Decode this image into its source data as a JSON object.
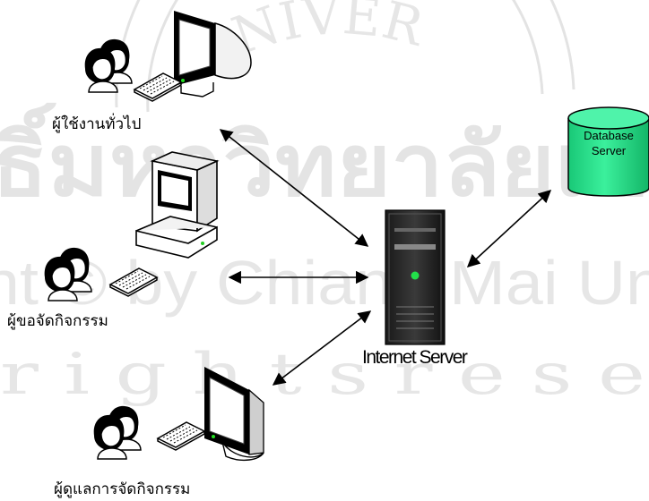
{
  "watermark": {
    "top_arc_text": "UNIVER",
    "thai_text": "ธิ์มหาวิทยาลัยเชี",
    "copyright_text": "ht © by Chiang Mai Un",
    "rights_text": "r i g h t s r e s e"
  },
  "nodes": {
    "general_users": {
      "label": "ผู้ใช้งานทั่วไป",
      "icon": "user-group-with-flat-monitor"
    },
    "activity_requesters": {
      "label": "ผู้ขอจัดกิจกรรม",
      "icon": "user-group-with-desktop-pc"
    },
    "activity_admins": {
      "label": "ผู้ดูแลการจัดกิจกรรม",
      "icon": "user-group-with-crt-monitor"
    },
    "internet_server": {
      "label": "Internet Server",
      "icon": "tower-server"
    },
    "database_server": {
      "label_line1": "Database",
      "label_line2": "Server",
      "icon": "database-cylinder",
      "color": "#22e08a"
    }
  },
  "connections": [
    {
      "from": "general_users",
      "to": "internet_server",
      "type": "bidirectional"
    },
    {
      "from": "activity_requesters",
      "to": "internet_server",
      "type": "bidirectional"
    },
    {
      "from": "activity_admins",
      "to": "internet_server",
      "type": "bidirectional"
    },
    {
      "from": "internet_server",
      "to": "database_server",
      "type": "bidirectional"
    }
  ]
}
